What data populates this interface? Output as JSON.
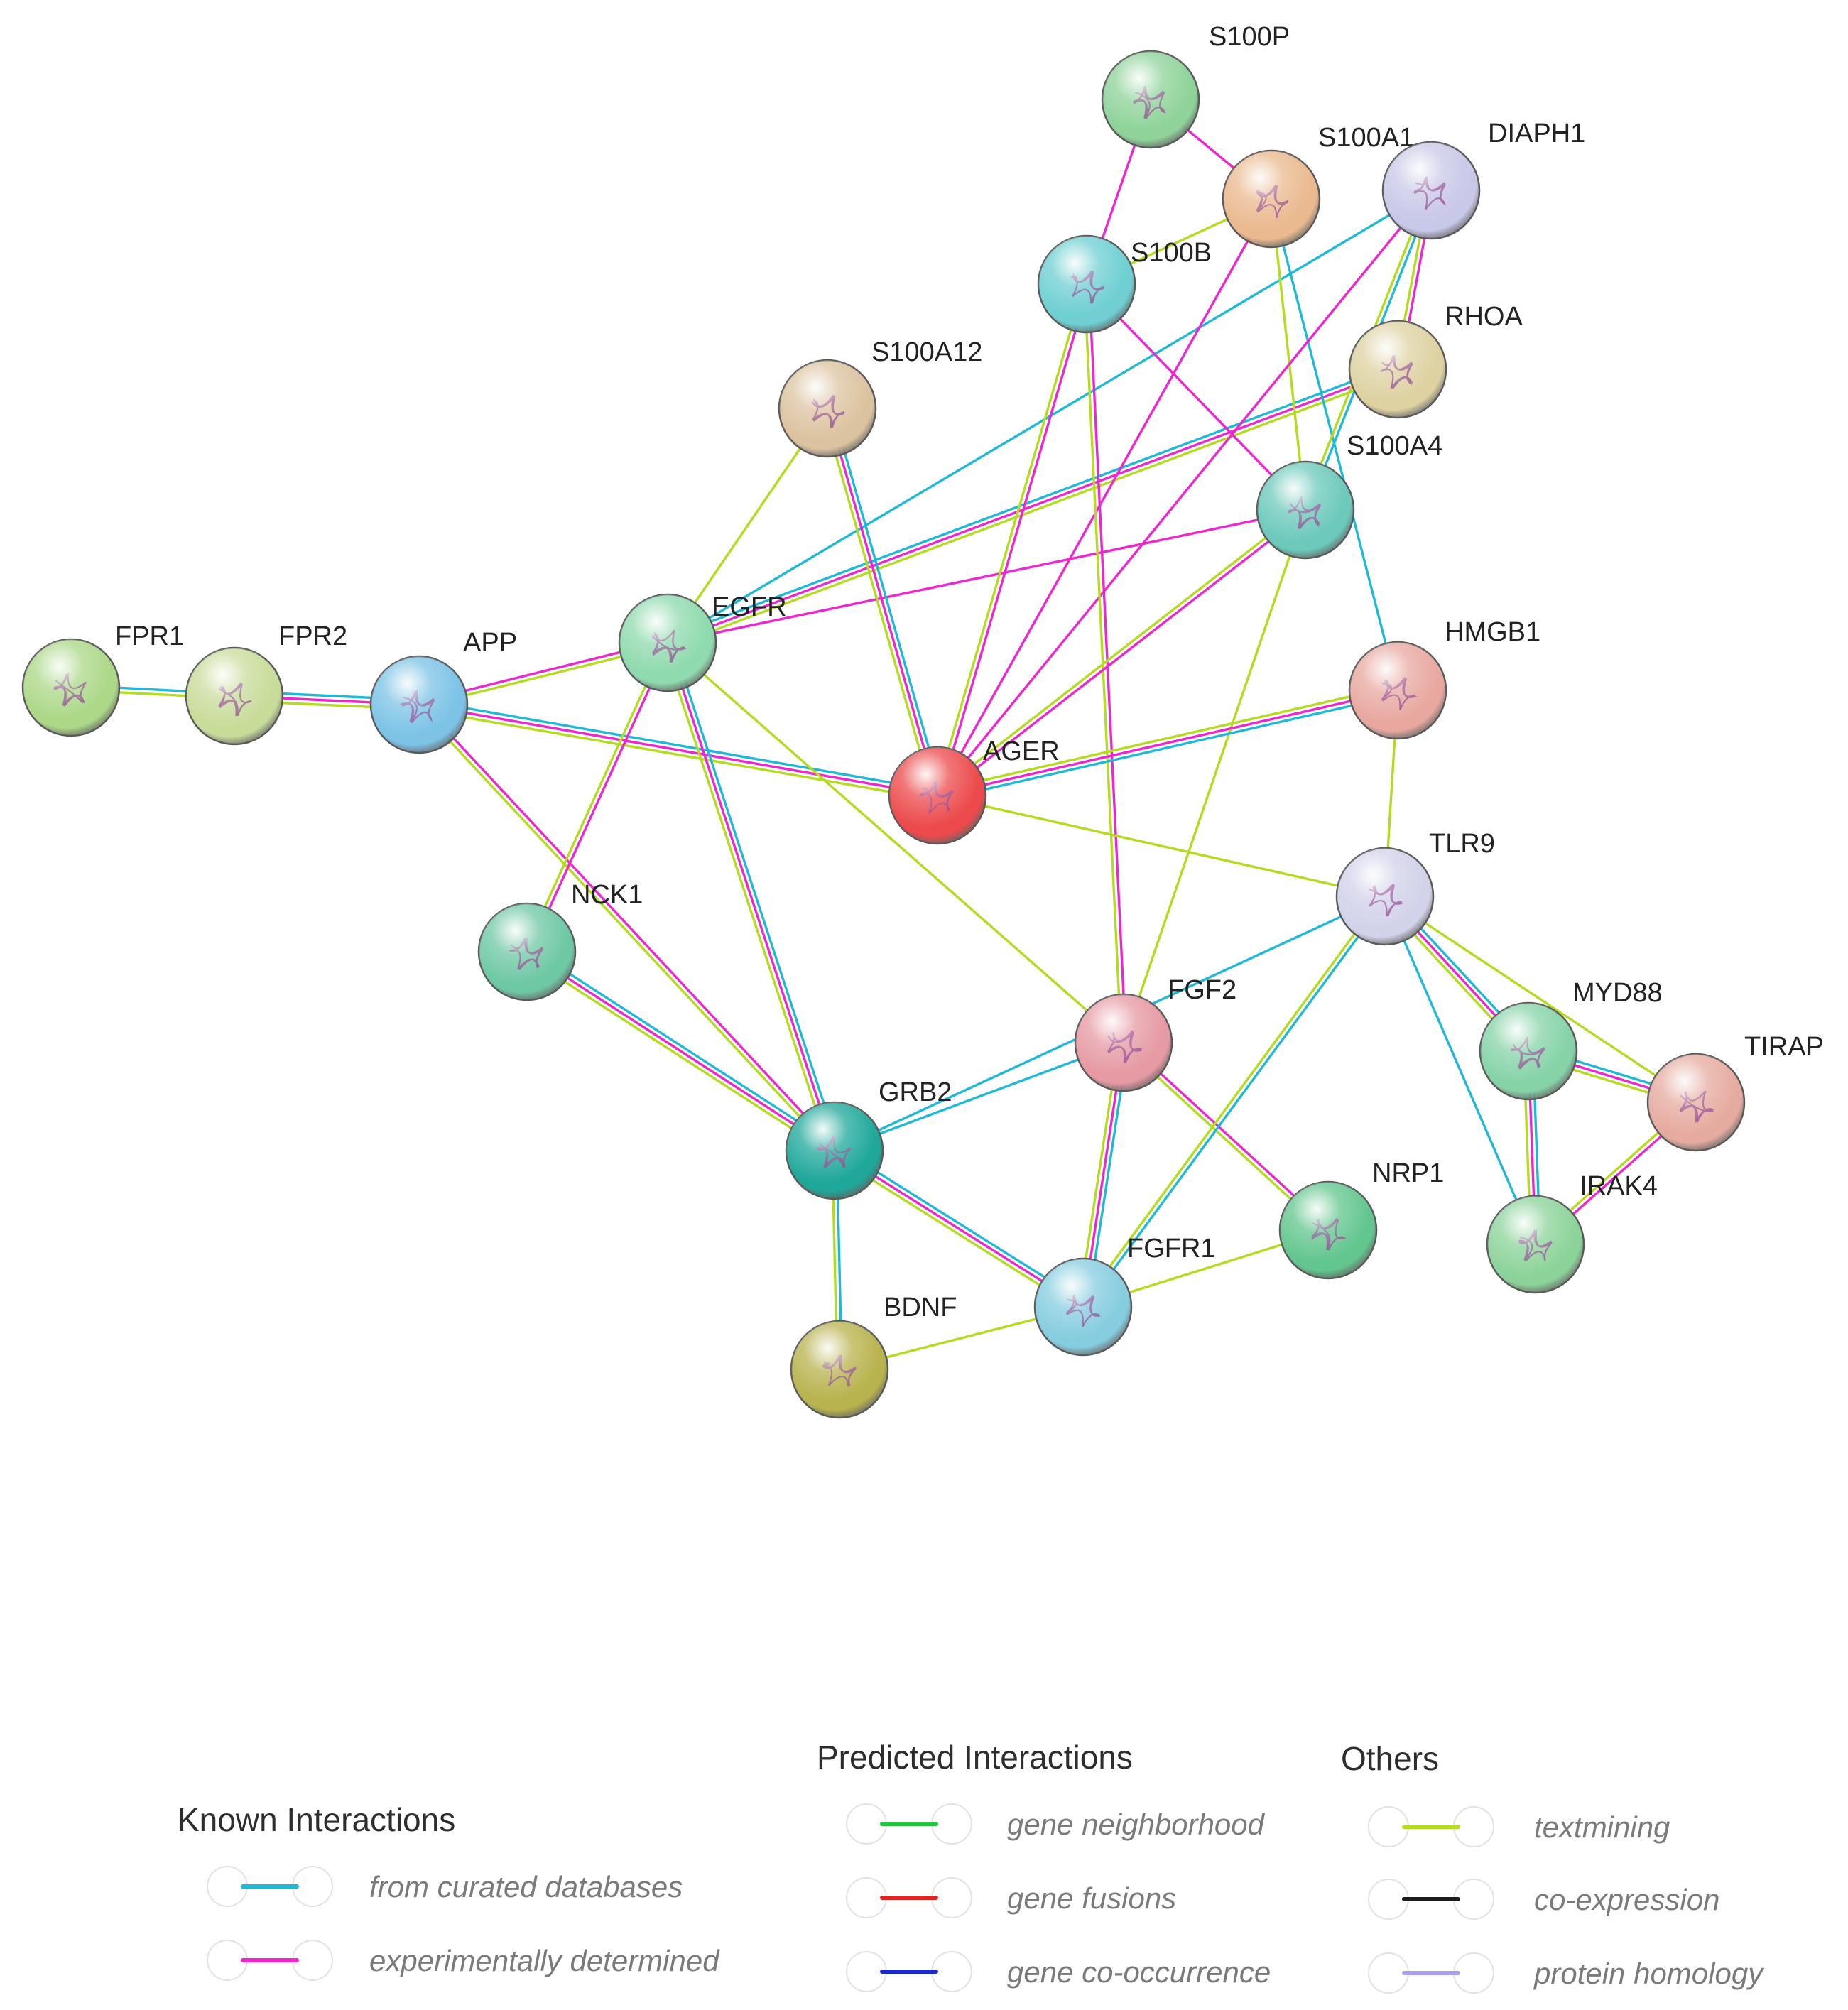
{
  "colors": {
    "curated": "#1fb9d8",
    "experimental": "#ef26d0",
    "textmining": "#b4dc1e",
    "gene_neighborhood": "#1ec93a",
    "gene_fusions": "#e8201e",
    "gene_cooccurrence": "#1a27d6",
    "coexpression": "#1b1b1b",
    "protein_homology": "#a99ef0"
  },
  "nodes": [
    {
      "id": "S100P",
      "label": "S100P",
      "color": "#8fd39a"
    },
    {
      "id": "S100A1",
      "label": "S100A1",
      "color": "#eab98f"
    },
    {
      "id": "DIAPH1",
      "label": "DIAPH1",
      "color": "#c8c8e8"
    },
    {
      "id": "S100B",
      "label": "S100B",
      "color": "#6fcfd2"
    },
    {
      "id": "RHOA",
      "label": "RHOA",
      "color": "#ded2a2"
    },
    {
      "id": "S100A12",
      "label": "S100A12",
      "color": "#dcc3a0"
    },
    {
      "id": "S100A4",
      "label": "S100A4",
      "color": "#6cc9bb"
    },
    {
      "id": "EGFR",
      "label": "EGFR",
      "color": "#8fdaae"
    },
    {
      "id": "FPR1",
      "label": "FPR1",
      "color": "#acd888"
    },
    {
      "id": "FPR2",
      "label": "FPR2",
      "color": "#c8dc9a"
    },
    {
      "id": "APP",
      "label": "APP",
      "color": "#7cc3e6"
    },
    {
      "id": "HMGB1",
      "label": "HMGB1",
      "color": "#e8a8a0"
    },
    {
      "id": "AGER",
      "label": "AGER",
      "color": "#ec4a4c"
    },
    {
      "id": "TLR9",
      "label": "TLR9",
      "color": "#d2d2ea"
    },
    {
      "id": "NCK1",
      "label": "NCK1",
      "color": "#6fc8a4"
    },
    {
      "id": "FGF2",
      "label": "FGF2",
      "color": "#e69aa4"
    },
    {
      "id": "MYD88",
      "label": "MYD88",
      "color": "#86d3a8"
    },
    {
      "id": "TIRAP",
      "label": "TIRAP",
      "color": "#e6aba0"
    },
    {
      "id": "GRB2",
      "label": "GRB2",
      "color": "#1fa89a"
    },
    {
      "id": "NRP1",
      "label": "NRP1",
      "color": "#62c68e"
    },
    {
      "id": "IRAK4",
      "label": "IRAK4",
      "color": "#8cd39a"
    },
    {
      "id": "FGFR1",
      "label": "FGFR1",
      "color": "#86cde0"
    },
    {
      "id": "BDNF",
      "label": "BDNF",
      "color": "#b8b34e"
    }
  ],
  "edges": [
    {
      "source": "FPR1",
      "target": "FPR2",
      "types": [
        "curated",
        "textmining"
      ]
    },
    {
      "source": "FPR2",
      "target": "APP",
      "types": [
        "curated",
        "experimental",
        "textmining"
      ]
    },
    {
      "source": "APP",
      "target": "EGFR",
      "types": [
        "experimental",
        "textmining"
      ]
    },
    {
      "source": "APP",
      "target": "AGER",
      "types": [
        "curated",
        "experimental",
        "textmining"
      ]
    },
    {
      "source": "APP",
      "target": "GRB2",
      "types": [
        "experimental",
        "textmining"
      ]
    },
    {
      "source": "EGFR",
      "target": "S100A12",
      "types": [
        "textmining"
      ]
    },
    {
      "source": "EGFR",
      "target": "DIAPH1",
      "types": [
        "curated"
      ]
    },
    {
      "source": "EGFR",
      "target": "RHOA",
      "types": [
        "curated",
        "experimental",
        "textmining"
      ]
    },
    {
      "source": "EGFR",
      "target": "S100A4",
      "types": [
        "experimental"
      ]
    },
    {
      "source": "EGFR",
      "target": "NCK1",
      "types": [
        "experimental",
        "textmining"
      ]
    },
    {
      "source": "EGFR",
      "target": "GRB2",
      "types": [
        "curated",
        "experimental",
        "textmining"
      ]
    },
    {
      "source": "EGFR",
      "target": "FGF2",
      "types": [
        "textmining"
      ]
    },
    {
      "source": "S100P",
      "target": "S100A1",
      "types": [
        "experimental"
      ]
    },
    {
      "source": "S100P",
      "target": "S100B",
      "types": [
        "experimental"
      ]
    },
    {
      "source": "S100A1",
      "target": "S100B",
      "types": [
        "textmining"
      ]
    },
    {
      "source": "S100A1",
      "target": "AGER",
      "types": [
        "experimental"
      ]
    },
    {
      "source": "S100A1",
      "target": "HMGB1",
      "types": [
        "curated"
      ]
    },
    {
      "source": "S100A1",
      "target": "S100A4",
      "types": [
        "textmining"
      ]
    },
    {
      "source": "DIAPH1",
      "target": "RHOA",
      "types": [
        "experimental",
        "textmining"
      ]
    },
    {
      "source": "DIAPH1",
      "target": "AGER",
      "types": [
        "experimental"
      ]
    },
    {
      "source": "DIAPH1",
      "target": "S100A4",
      "types": [
        "curated",
        "textmining"
      ]
    },
    {
      "source": "S100B",
      "target": "AGER",
      "types": [
        "experimental",
        "textmining"
      ]
    },
    {
      "source": "S100B",
      "target": "S100A4",
      "types": [
        "experimental"
      ]
    },
    {
      "source": "S100B",
      "target": "FGF2",
      "types": [
        "experimental",
        "textmining"
      ]
    },
    {
      "source": "S100A12",
      "target": "AGER",
      "types": [
        "curated",
        "experimental",
        "textmining"
      ]
    },
    {
      "source": "S100A4",
      "target": "AGER",
      "types": [
        "experimental",
        "textmining"
      ]
    },
    {
      "source": "S100A4",
      "target": "FGF2",
      "types": [
        "textmining"
      ]
    },
    {
      "source": "HMGB1",
      "target": "AGER",
      "types": [
        "curated",
        "experimental",
        "textmining"
      ]
    },
    {
      "source": "HMGB1",
      "target": "TLR9",
      "types": [
        "textmining"
      ]
    },
    {
      "source": "AGER",
      "target": "TLR9",
      "types": [
        "textmining"
      ]
    },
    {
      "source": "NCK1",
      "target": "GRB2",
      "types": [
        "curated",
        "experimental",
        "textmining"
      ]
    },
    {
      "source": "GRB2",
      "target": "FGF2",
      "types": [
        "curated"
      ]
    },
    {
      "source": "GRB2",
      "target": "TLR9",
      "types": [
        "curated"
      ]
    },
    {
      "source": "GRB2",
      "target": "FGFR1",
      "types": [
        "curated",
        "experimental",
        "textmining"
      ]
    },
    {
      "source": "GRB2",
      "target": "BDNF",
      "types": [
        "curated",
        "textmining"
      ]
    },
    {
      "source": "FGF2",
      "target": "FGFR1",
      "types": [
        "curated",
        "experimental",
        "textmining"
      ]
    },
    {
      "source": "FGF2",
      "target": "NRP1",
      "types": [
        "experimental",
        "textmining"
      ]
    },
    {
      "source": "TLR9",
      "target": "FGFR1",
      "types": [
        "curated",
        "textmining"
      ]
    },
    {
      "source": "TLR9",
      "target": "MYD88",
      "types": [
        "curated",
        "experimental",
        "textmining"
      ]
    },
    {
      "source": "TLR9",
      "target": "TIRAP",
      "types": [
        "textmining"
      ]
    },
    {
      "source": "TLR9",
      "target": "IRAK4",
      "types": [
        "curated"
      ]
    },
    {
      "source": "MYD88",
      "target": "TIRAP",
      "types": [
        "curated",
        "experimental",
        "textmining"
      ]
    },
    {
      "source": "MYD88",
      "target": "IRAK4",
      "types": [
        "curated",
        "experimental",
        "textmining"
      ]
    },
    {
      "source": "TIRAP",
      "target": "IRAK4",
      "types": [
        "experimental",
        "textmining"
      ]
    },
    {
      "source": "NRP1",
      "target": "FGFR1",
      "types": [
        "textmining"
      ]
    },
    {
      "source": "BDNF",
      "target": "FGFR1",
      "types": [
        "textmining"
      ]
    }
  ],
  "legend": {
    "known": {
      "title": "Known Interactions",
      "items": [
        {
          "key": "curated",
          "label": "from curated databases",
          "icon": "curated-line-icon"
        },
        {
          "key": "experimental",
          "label": "experimentally determined",
          "icon": "experimental-line-icon"
        }
      ]
    },
    "predicted": {
      "title": "Predicted Interactions",
      "items": [
        {
          "key": "gene_neighborhood",
          "label": "gene neighborhood",
          "icon": "gene-neighborhood-line-icon"
        },
        {
          "key": "gene_fusions",
          "label": "gene fusions",
          "icon": "gene-fusions-line-icon"
        },
        {
          "key": "gene_cooccurrence",
          "label": "gene co-occurrence",
          "icon": "gene-cooccurrence-line-icon"
        }
      ]
    },
    "others": {
      "title": "Others",
      "items": [
        {
          "key": "textmining",
          "label": "textmining",
          "icon": "textmining-line-icon"
        },
        {
          "key": "coexpression",
          "label": "co-expression",
          "icon": "coexpression-line-icon"
        },
        {
          "key": "protein_homology",
          "label": "protein homology",
          "icon": "protein-homology-line-icon"
        }
      ]
    }
  }
}
